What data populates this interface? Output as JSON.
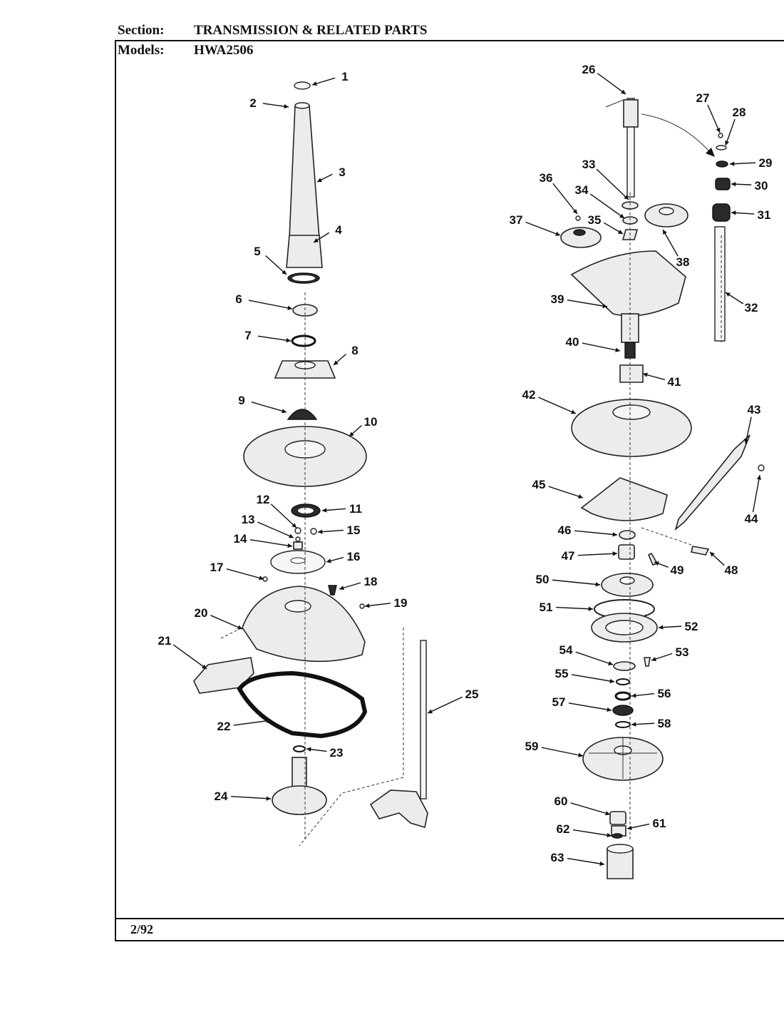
{
  "header": {
    "section_label": "Section:",
    "section_title": "TRANSMISSION & RELATED PARTS",
    "models_label": "Models:",
    "models_value": "HWA2506"
  },
  "footer": {
    "date": "2/92"
  },
  "callouts": [
    "1",
    "2",
    "3",
    "4",
    "5",
    "6",
    "7",
    "8",
    "9",
    "10",
    "11",
    "12",
    "13",
    "14",
    "15",
    "16",
    "17",
    "18",
    "19",
    "20",
    "21",
    "22",
    "23",
    "24",
    "25",
    "26",
    "27",
    "28",
    "29",
    "30",
    "31",
    "32",
    "33",
    "34",
    "35",
    "36",
    "37",
    "38",
    "39",
    "40",
    "41",
    "42",
    "43",
    "44",
    "45",
    "46",
    "47",
    "48",
    "49",
    "50",
    "51",
    "52",
    "53",
    "54",
    "55",
    "56",
    "57",
    "58",
    "59",
    "60",
    "61",
    "62",
    "63"
  ]
}
